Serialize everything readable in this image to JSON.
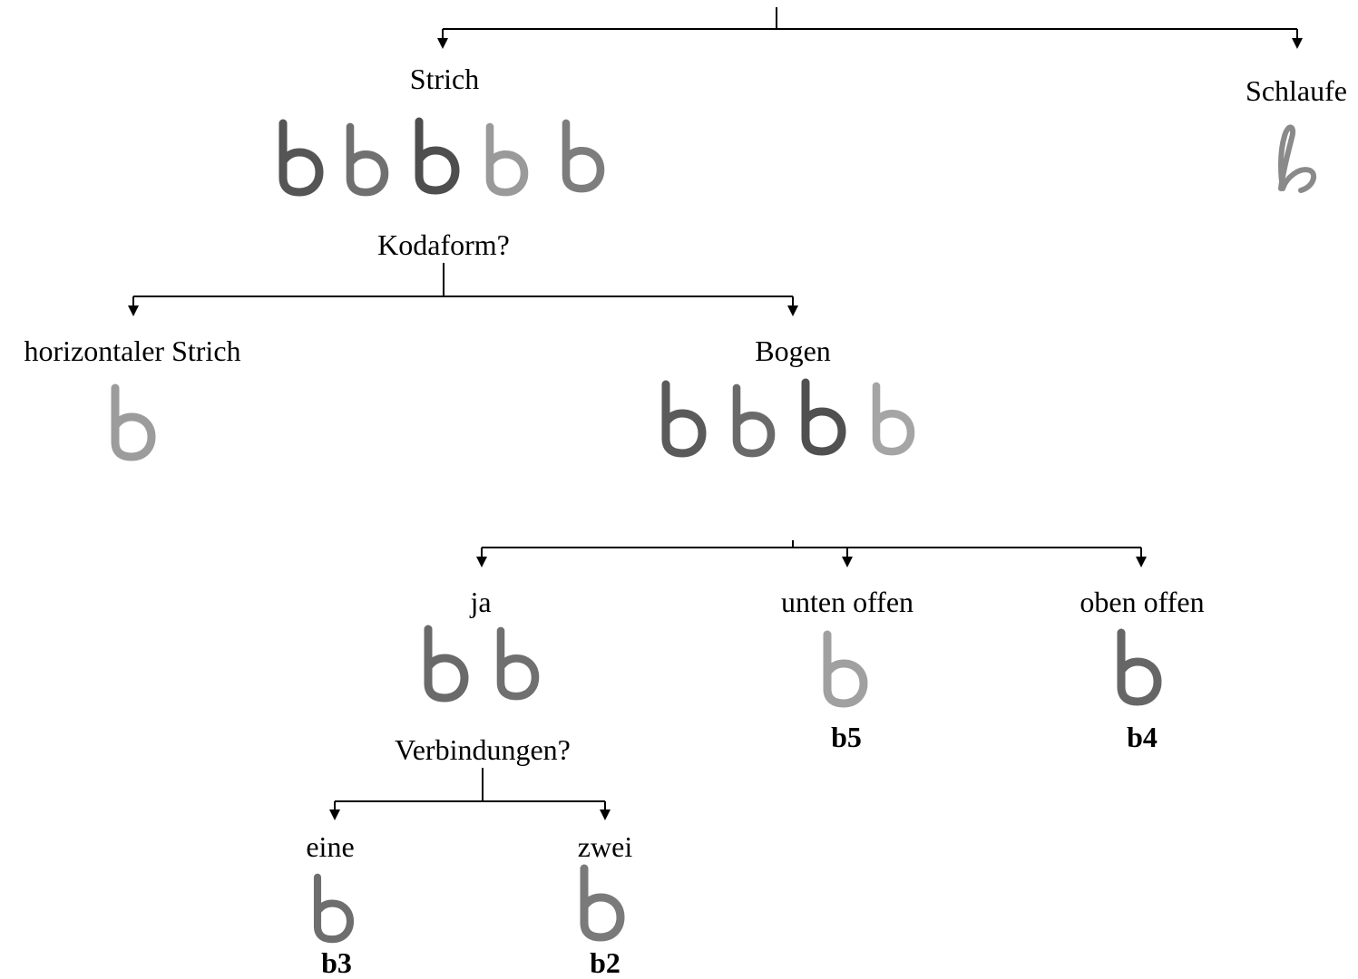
{
  "tree": {
    "strich": "Strich",
    "schlaufe": "Schlaufe",
    "kodaform_question": "Kodaform?",
    "horizontaler_strich": "horizontaler Strich",
    "bogen": "Bogen",
    "ja": "ja",
    "unten_offen": "unten offen",
    "oben_offen": "oben offen",
    "verbindungen_question": "Verbindungen?",
    "eine": "eine",
    "zwei": "zwei",
    "code_b5": "b5",
    "code_b4": "b4",
    "code_b3": "b3",
    "code_b2": "b2"
  },
  "colors": {
    "line": "#000000",
    "glyph_dark": "#4a4a4a",
    "glyph_light": "#8e8e8e"
  }
}
